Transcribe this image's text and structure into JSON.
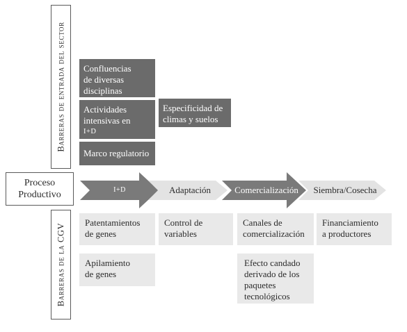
{
  "diagram": {
    "vertical_labels": {
      "top": "Barreras de entrada del sector",
      "bottom": "Barreras de la CGV"
    },
    "process_box": {
      "line1": "Proceso",
      "line2": "Productivo"
    },
    "stages": [
      {
        "label": "I+D",
        "fill": "#7a7a7a",
        "text_color": "#ffffff"
      },
      {
        "label": "Adaptación",
        "fill": "#e3e3e3",
        "text_color": "#2b2b2b"
      },
      {
        "label": "Comercialización",
        "fill": "#7a7a7a",
        "text_color": "#ffffff"
      },
      {
        "label": "Siembra/Cosecha",
        "fill": "#e3e3e3",
        "text_color": "#2b2b2b"
      }
    ],
    "sector_barriers": [
      {
        "lines": [
          "Confluencias",
          "de diversas",
          "disciplinas"
        ]
      },
      {
        "lines": [
          "Actividades",
          "intensivas en",
          "I+D"
        ]
      },
      {
        "lines": [
          "Marco regulatorio"
        ]
      },
      {
        "lines": [
          "Especificidad de",
          "climas y suelos"
        ]
      }
    ],
    "cgv_barriers": [
      {
        "lines": [
          "Patentamientos",
          "de genes"
        ]
      },
      {
        "lines": [
          "Apilamiento",
          "de genes"
        ]
      },
      {
        "lines": [
          "Control de",
          "variables"
        ]
      },
      {
        "lines": [
          "Canales de",
          "comercialización"
        ]
      },
      {
        "lines": [
          "Efecto candado",
          "derivado de los",
          "paquetes",
          "tecnológicos"
        ]
      },
      {
        "lines": [
          "Financiamiento",
          "a productores"
        ]
      }
    ],
    "colors": {
      "dark_box": "#6b6b6b",
      "light_box": "#e9e9e9",
      "border": "#5a5a5a"
    }
  }
}
